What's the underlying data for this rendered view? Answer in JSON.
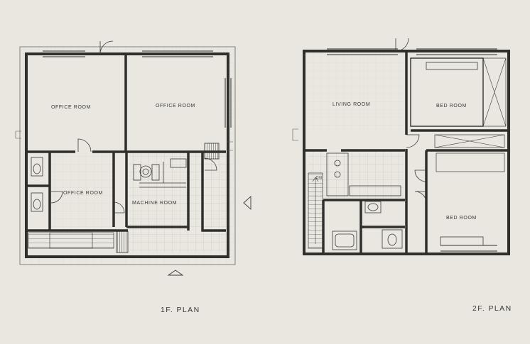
{
  "plans": [
    {
      "title": "1F. PLAN",
      "rooms": [
        {
          "label": "OFFICE ROOM"
        },
        {
          "label": "OFFICE ROOM"
        },
        {
          "label": "OFFICE ROOM"
        },
        {
          "label": "MACHINE ROOM"
        }
      ]
    },
    {
      "title": "2F. PLAN",
      "rooms": [
        {
          "label": "LIVING ROOM"
        },
        {
          "label": "BED ROOM"
        },
        {
          "label": "BED ROOM"
        }
      ],
      "annotations": [
        {
          "label": "DN"
        }
      ]
    }
  ],
  "colors": {
    "paper": "#e9e7e0",
    "ink": "#3a3a38",
    "grid": "#b9b7b0"
  }
}
